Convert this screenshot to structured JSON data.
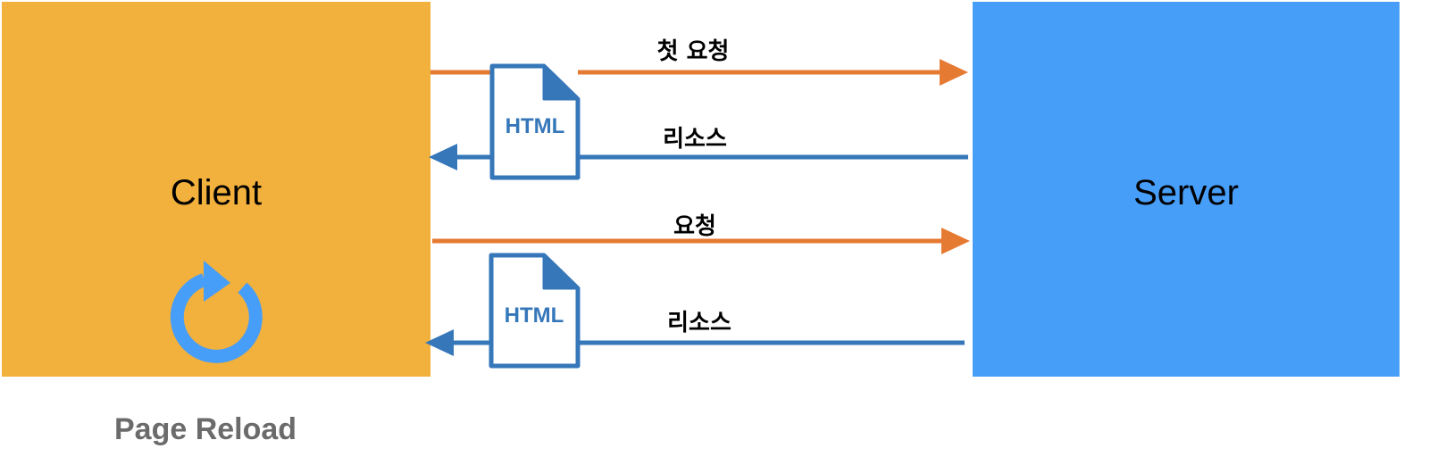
{
  "client": {
    "label": "Client",
    "color": "#F2B03C"
  },
  "server": {
    "label": "Server",
    "color": "#479EF8"
  },
  "arrows": {
    "first_request_label": "첫 요청",
    "first_resource_label": "리소스",
    "second_request_label": "요청",
    "second_resource_label": "리소스",
    "request_color": "#E57A33",
    "response_color": "#3677BA"
  },
  "documents": {
    "first_label": "HTML",
    "second_label": "HTML",
    "color": "#3677BA"
  },
  "icons": {
    "reload": "reload-icon",
    "reload_color": "#479EF8"
  },
  "caption": "Page Reload"
}
